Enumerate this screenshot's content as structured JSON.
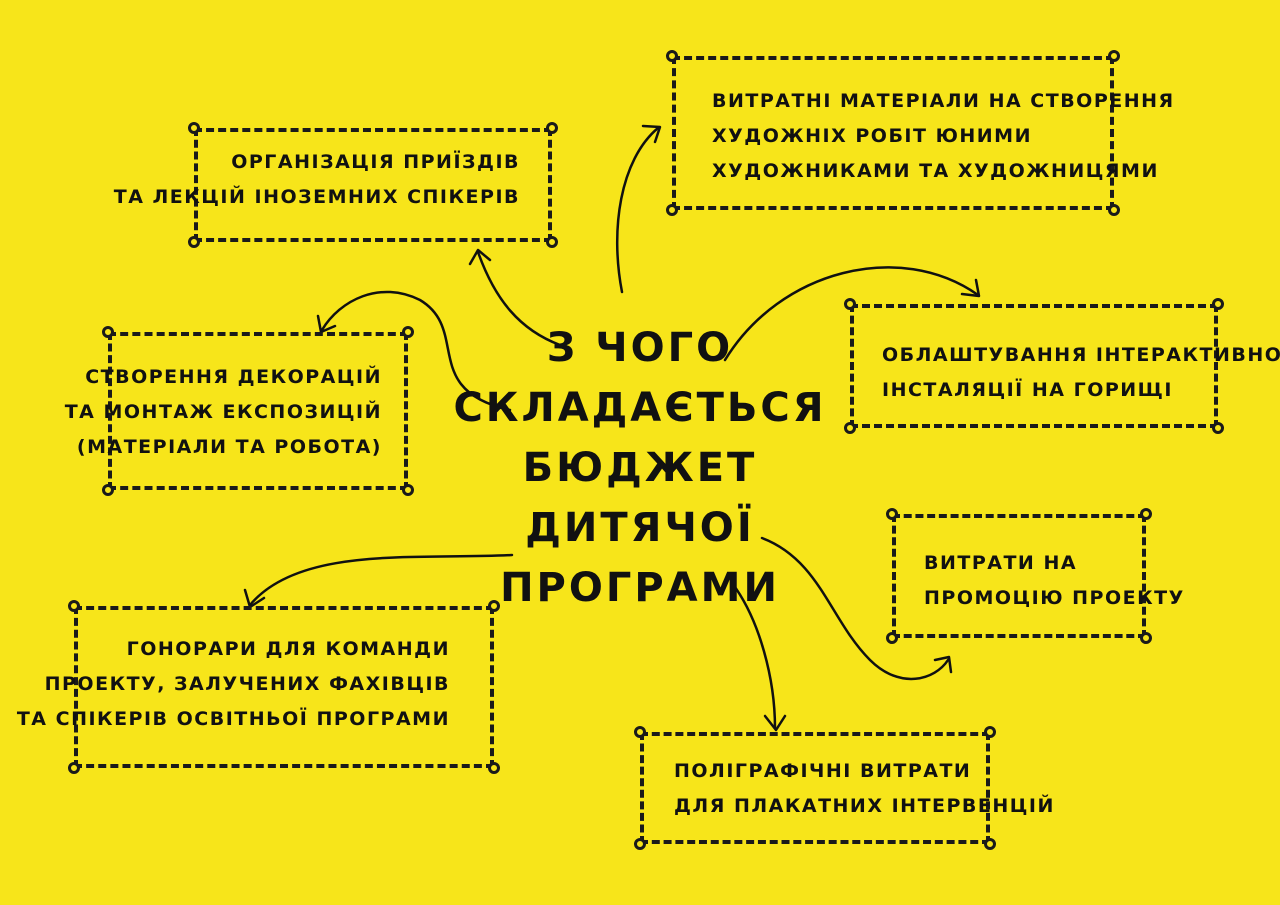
{
  "diagram": {
    "center": {
      "lines": [
        "З чого",
        "складається",
        "бюджет дитячої",
        "програми"
      ]
    },
    "nodes": {
      "speakers": [
        "Організація приїздів",
        "та лекцій іноземних спікерів"
      ],
      "materials": [
        "Витратні матеріали на створення",
        "художніх робіт юними",
        "художниками та художницями"
      ],
      "decorations": [
        "Створення декорацій",
        "та монтаж експозицій",
        "(матеріали та робота)"
      ],
      "installation": [
        "Облаштування інтерактивної",
        "інсталяції на горищі"
      ],
      "promotion": [
        "Витрати на",
        "промоцію проекту"
      ],
      "fees": [
        "Гонорари для команди",
        "проекту, залучених фахівців",
        "та спікерів освітньої програми"
      ],
      "printing": [
        "Поліграфічні витрати",
        "для плакатних інтервенцій"
      ]
    }
  }
}
